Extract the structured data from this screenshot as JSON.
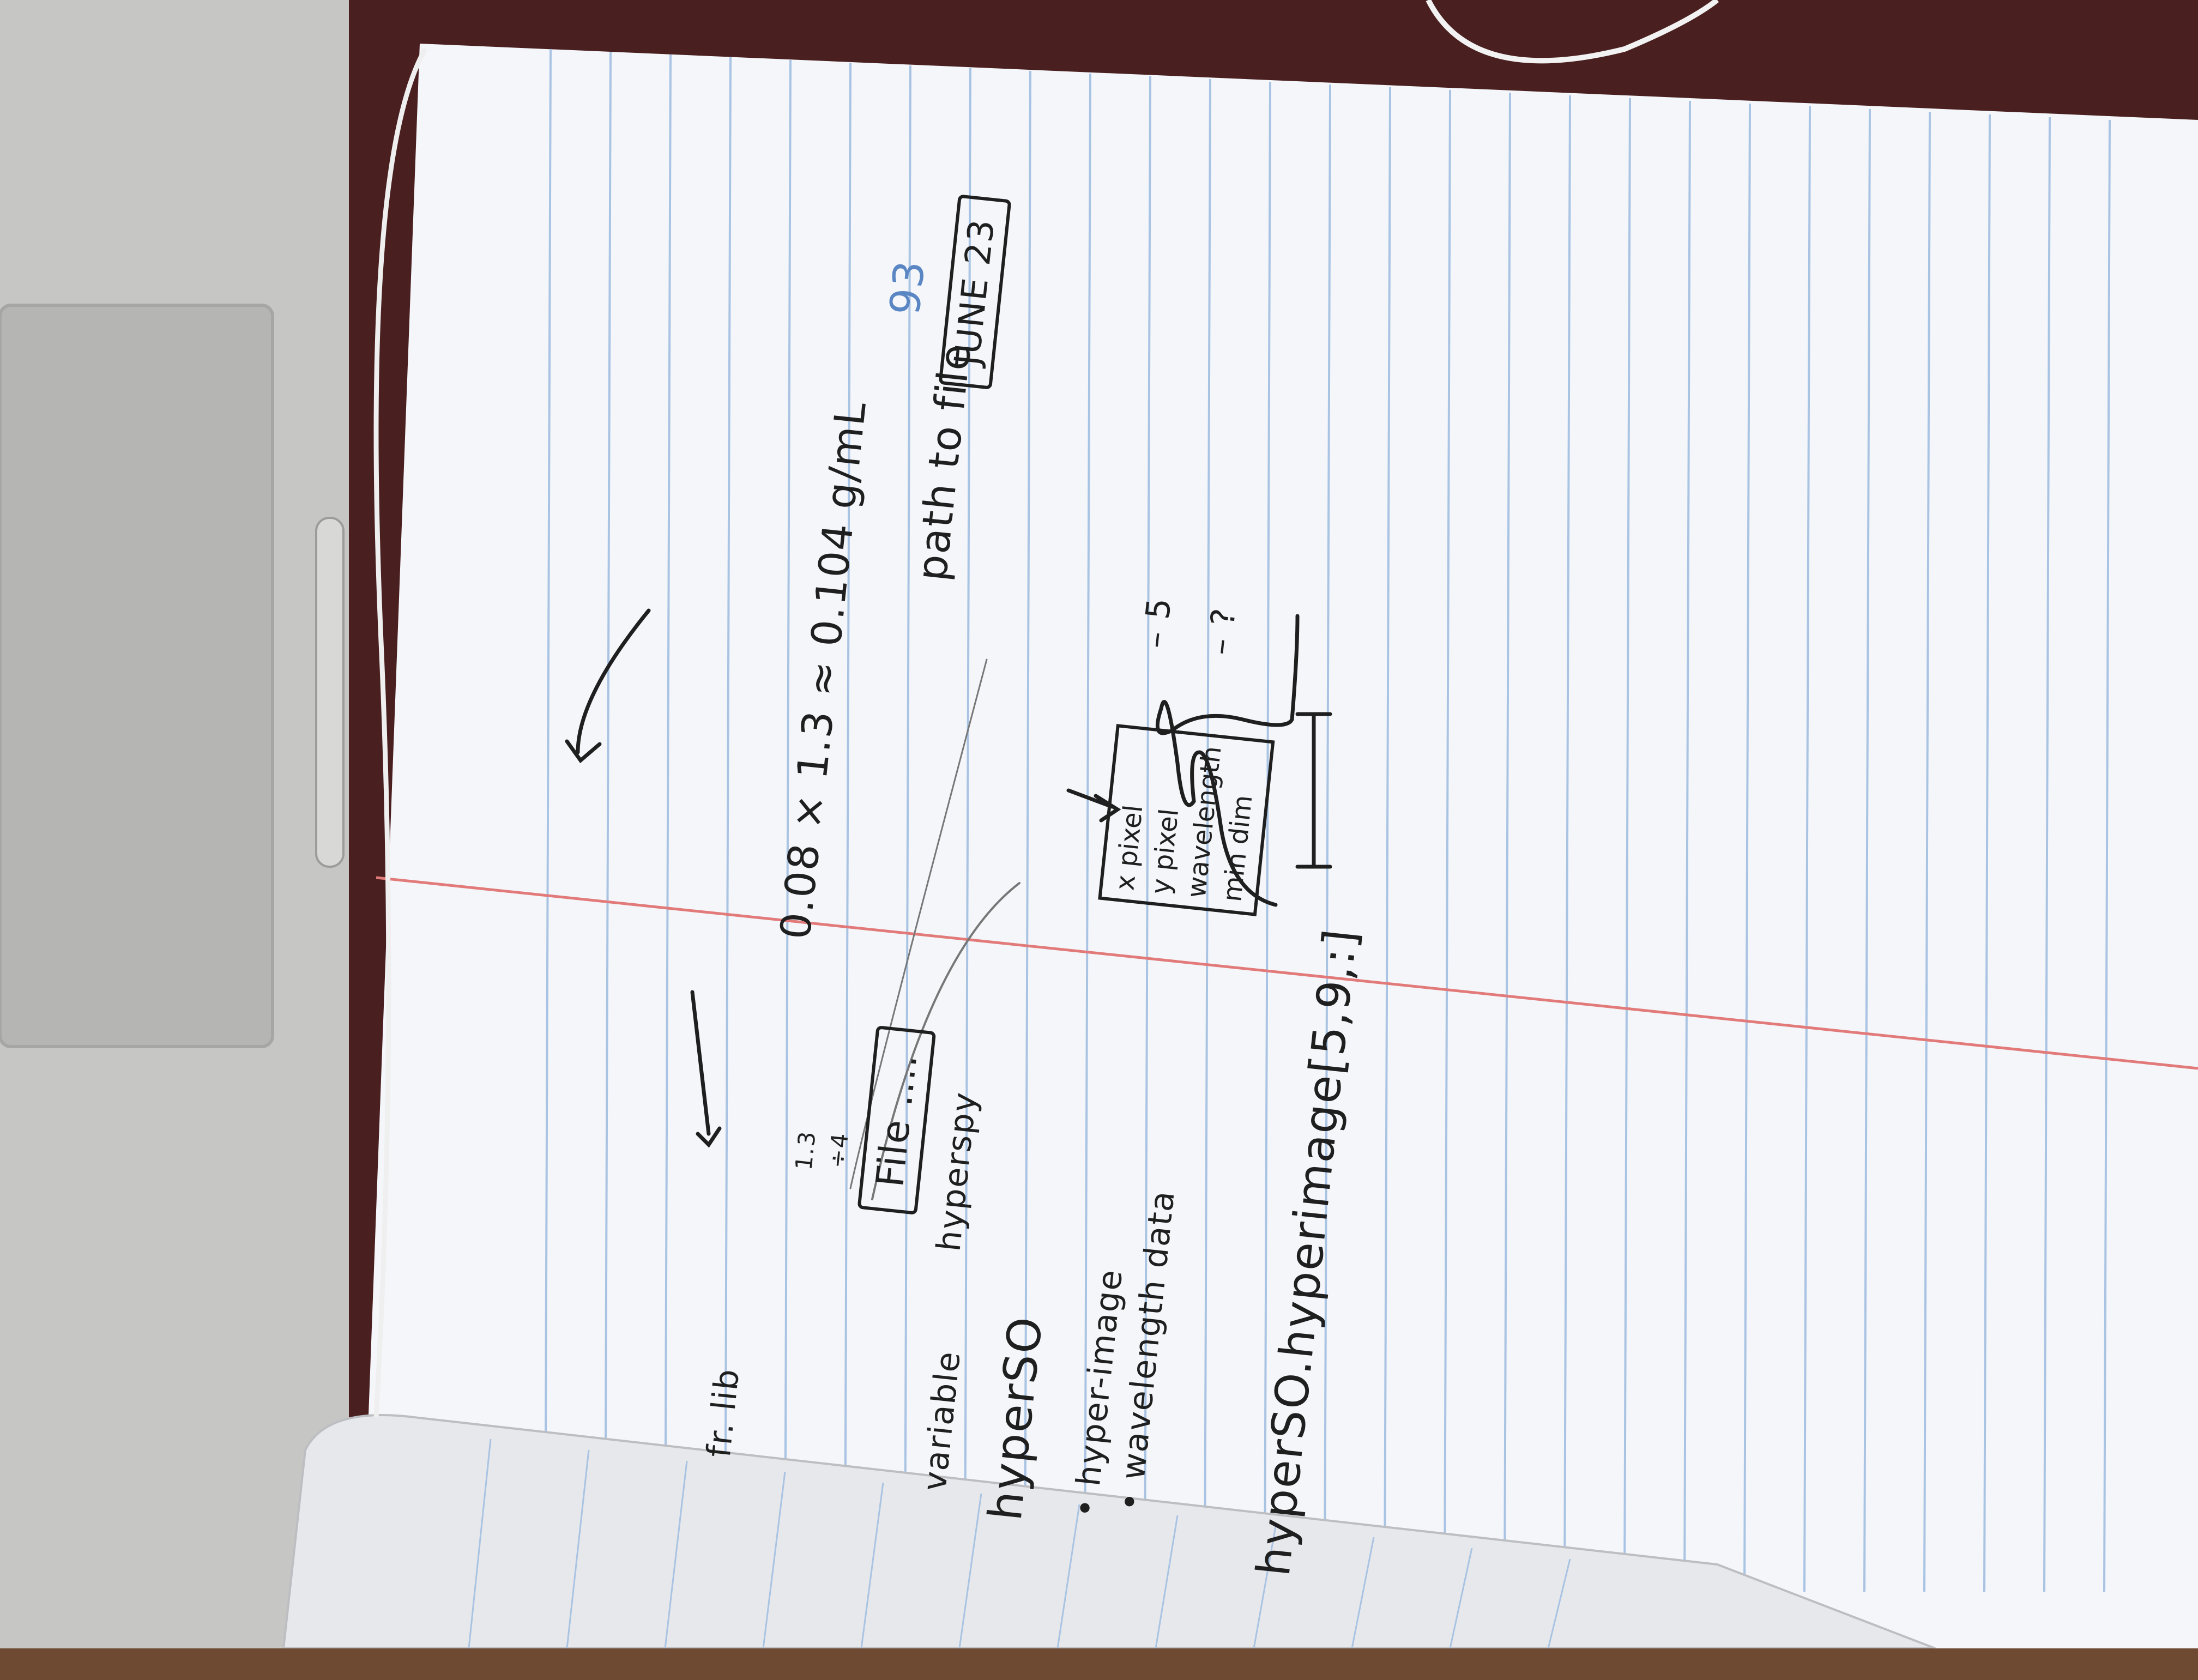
{
  "page": {
    "number": "93",
    "date": "JUNE 23",
    "density_line": "0.08 × 1.3 ≈ 0.104 g/mL",
    "fraction_top": "1.3",
    "fraction_bottom": "÷4",
    "path_note": "path to file",
    "header_note": "fr. lib",
    "file_label": "File ....",
    "arrow_label": "hyperspy",
    "variable_label": "variable",
    "hyper_var": "hyperSO",
    "bullets": [
      "• hyper-image",
      "• wavelength data"
    ],
    "code_line": "hyperSO.hyperimage[5,9,:]",
    "pixel_box": [
      "x pixel",
      "y pixel",
      "wavelength",
      "min dim"
    ],
    "pixel_notes": [
      "– 5",
      "– ?"
    ]
  },
  "colors": {
    "paper": "#f4f6fa",
    "rule_line": "#a9c3e3",
    "margin_line": "#e27a7a",
    "ink": "#1f1f1f",
    "page_number": "#5b86c4"
  }
}
